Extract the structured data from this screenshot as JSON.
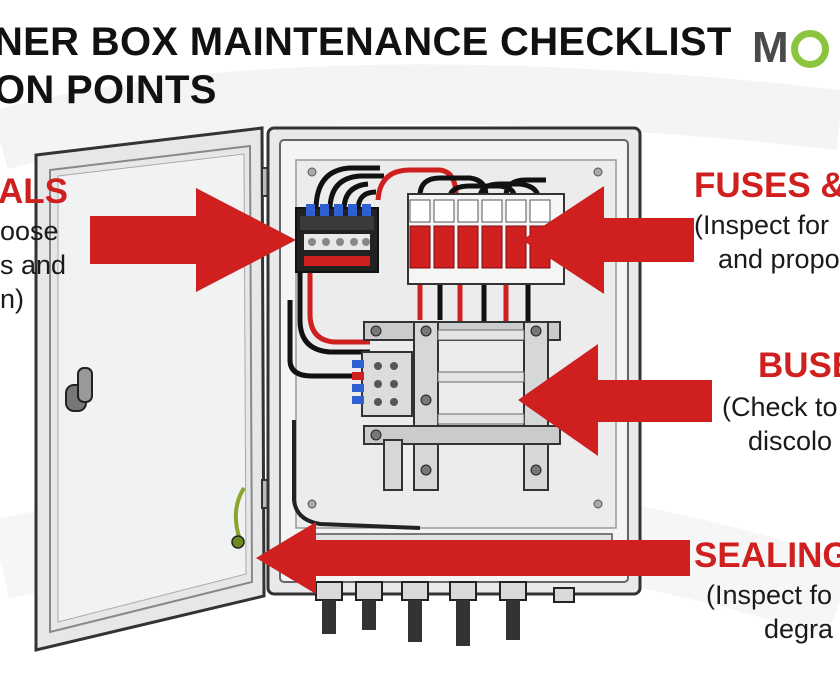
{
  "header": {
    "title_line1": "NER BOX MAINTENANCE CHECKLIST",
    "title_line2": "ON POINTS"
  },
  "logo": {
    "text": "M",
    "ring_color": "#8bc53f"
  },
  "colors": {
    "accent_red": "#d01f1f",
    "box_gray": "#e8e9ea"
  },
  "callouts": {
    "terminals": {
      "title": "ALS",
      "lines": [
        "oose",
        "s and",
        "n)"
      ]
    },
    "fuses": {
      "title": "FUSES &",
      "lines": [
        "(Inspect for",
        "and propo"
      ]
    },
    "busbars": {
      "title": "BUSE",
      "lines": [
        "(Check to",
        "discolo"
      ]
    },
    "sealing": {
      "title": "SEALING",
      "lines": [
        "(Inspect fo",
        "degra"
      ]
    }
  },
  "icons": [
    "arrow-terminals-icon",
    "arrow-fuses-icon",
    "arrow-busbars-icon",
    "arrow-sealing-icon"
  ]
}
